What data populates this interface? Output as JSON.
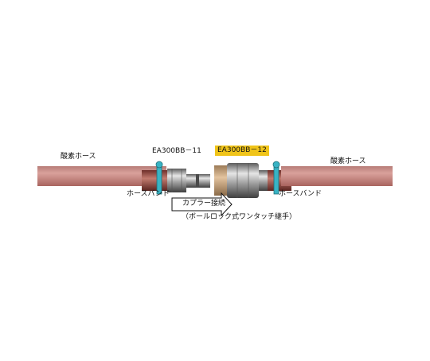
{
  "labels": {
    "left_hose": "酸素ホース",
    "right_hose": "酸素ホース",
    "plug_model": "EA300BB－11",
    "socket_model": "EA300BB－12",
    "left_band": "ホースバンド",
    "right_band": "ホースバンド",
    "coupler_connection": "カプラー接続",
    "lock_type": "（ボールロック式ワンタッチ継手）"
  },
  "colors": {
    "hose": "#c98a86",
    "hose_dark": "#8c4b45",
    "band": "#38b3c4",
    "highlight": "#f0c419",
    "brass": "#c9a27a"
  }
}
